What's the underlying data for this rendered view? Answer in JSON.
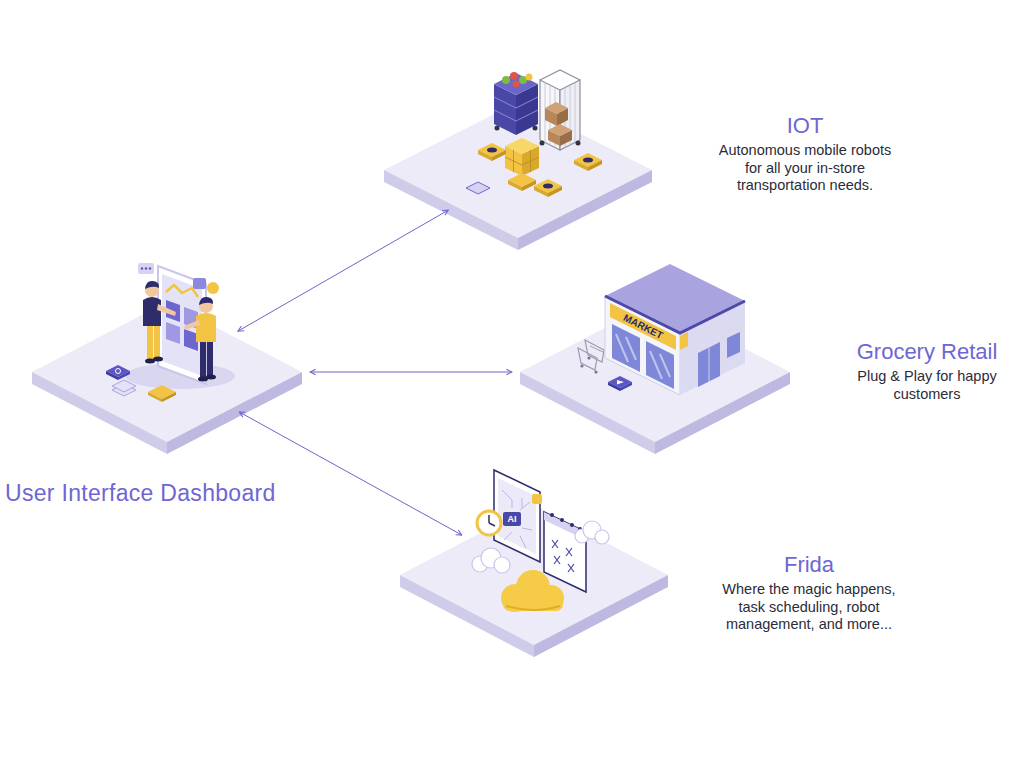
{
  "diagram": {
    "nodes": [
      {
        "text": [
          "IOT",
          "Autonomous mobile robots for all your in-store transportation needs."
        ]
      },
      {
        "text": [
          "User Interface Dashboard"
        ]
      },
      {
        "text": [
          "Grocery Retail",
          "Plug & Play for happy customers"
        ]
      },
      {
        "text": [
          "Frida",
          "Where the magic happens, task scheduling, robot management, and more..."
        ]
      }
    ],
    "edges": [
      {
        "from": 1,
        "to": 0,
        "arrow": "both"
      },
      {
        "from": 1,
        "to": 2,
        "arrow": "both"
      },
      {
        "from": 1,
        "to": 3,
        "arrow": "both"
      }
    ],
    "labels": [
      "MARKET",
      "AI"
    ]
  }
}
